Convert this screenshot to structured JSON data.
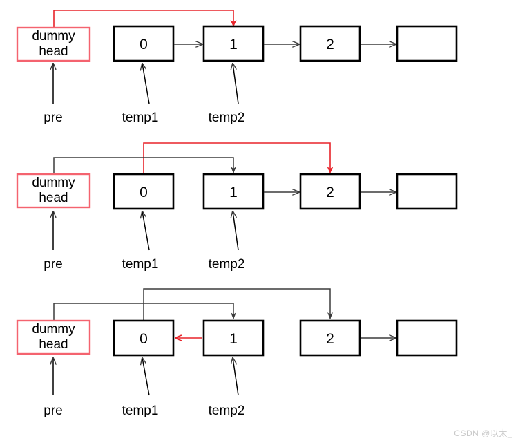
{
  "diagram": {
    "title": "linked-list-swap-pairs-pointer-steps",
    "colors": {
      "node_border": "#000000",
      "dummy_border": "#f4636f",
      "arrow_black": "#3b3b3b",
      "arrow_red": "#e8232a",
      "background": "#ffffff",
      "text": "#000000",
      "watermark": "#c8c8c8"
    },
    "labels": {
      "dummy_line1": "dummy",
      "dummy_line2": "head",
      "pre": "pre",
      "temp1": "temp1",
      "temp2": "temp2"
    },
    "rows": [
      {
        "id": "step-1",
        "nodes": [
          {
            "name": "dummy-head",
            "value": "dummy head",
            "kind": "dummy"
          },
          {
            "name": "node-0",
            "value": "0",
            "kind": "node"
          },
          {
            "name": "node-1",
            "value": "1",
            "kind": "node"
          },
          {
            "name": "node-2",
            "value": "2",
            "kind": "node"
          },
          {
            "name": "node-empty",
            "value": "",
            "kind": "node"
          }
        ],
        "chain_arrows": [
          {
            "from": "node-0",
            "to": "node-1",
            "color": "black"
          },
          {
            "from": "node-1",
            "to": "node-2",
            "color": "black"
          },
          {
            "from": "node-2",
            "to": "node-empty",
            "color": "black"
          }
        ],
        "curved_arrows": [
          {
            "from": "dummy-head",
            "to": "node-1",
            "color": "red"
          }
        ],
        "pointers": [
          {
            "label": "pre",
            "target": "dummy-head"
          },
          {
            "label": "temp1",
            "target": "node-0"
          },
          {
            "label": "temp2",
            "target": "node-1"
          }
        ]
      },
      {
        "id": "step-2",
        "nodes": [
          {
            "name": "dummy-head",
            "value": "dummy head",
            "kind": "dummy"
          },
          {
            "name": "node-0",
            "value": "0",
            "kind": "node"
          },
          {
            "name": "node-1",
            "value": "1",
            "kind": "node"
          },
          {
            "name": "node-2",
            "value": "2",
            "kind": "node"
          },
          {
            "name": "node-empty",
            "value": "",
            "kind": "node"
          }
        ],
        "chain_arrows": [
          {
            "from": "node-1",
            "to": "node-2",
            "color": "black"
          },
          {
            "from": "node-2",
            "to": "node-empty",
            "color": "black"
          }
        ],
        "curved_arrows": [
          {
            "from": "dummy-head",
            "to": "node-1",
            "color": "black"
          },
          {
            "from": "node-0",
            "to": "node-2",
            "color": "red"
          }
        ],
        "pointers": [
          {
            "label": "pre",
            "target": "dummy-head"
          },
          {
            "label": "temp1",
            "target": "node-0"
          },
          {
            "label": "temp2",
            "target": "node-1"
          }
        ]
      },
      {
        "id": "step-3",
        "nodes": [
          {
            "name": "dummy-head",
            "value": "dummy head",
            "kind": "dummy"
          },
          {
            "name": "node-0",
            "value": "0",
            "kind": "node"
          },
          {
            "name": "node-1",
            "value": "1",
            "kind": "node"
          },
          {
            "name": "node-2",
            "value": "2",
            "kind": "node"
          },
          {
            "name": "node-empty",
            "value": "",
            "kind": "node"
          }
        ],
        "chain_arrows": [
          {
            "from": "node-2",
            "to": "node-empty",
            "color": "black"
          },
          {
            "from": "node-1",
            "to": "node-0",
            "color": "red",
            "direction": "left"
          }
        ],
        "curved_arrows": [
          {
            "from": "dummy-head",
            "to": "node-1",
            "color": "black"
          },
          {
            "from": "node-0",
            "to": "node-2",
            "color": "black"
          }
        ],
        "pointers": [
          {
            "label": "pre",
            "target": "dummy-head"
          },
          {
            "label": "temp1",
            "target": "node-0"
          },
          {
            "label": "temp2",
            "target": "node-1"
          }
        ]
      }
    ],
    "watermark": "CSDN @以太_"
  }
}
